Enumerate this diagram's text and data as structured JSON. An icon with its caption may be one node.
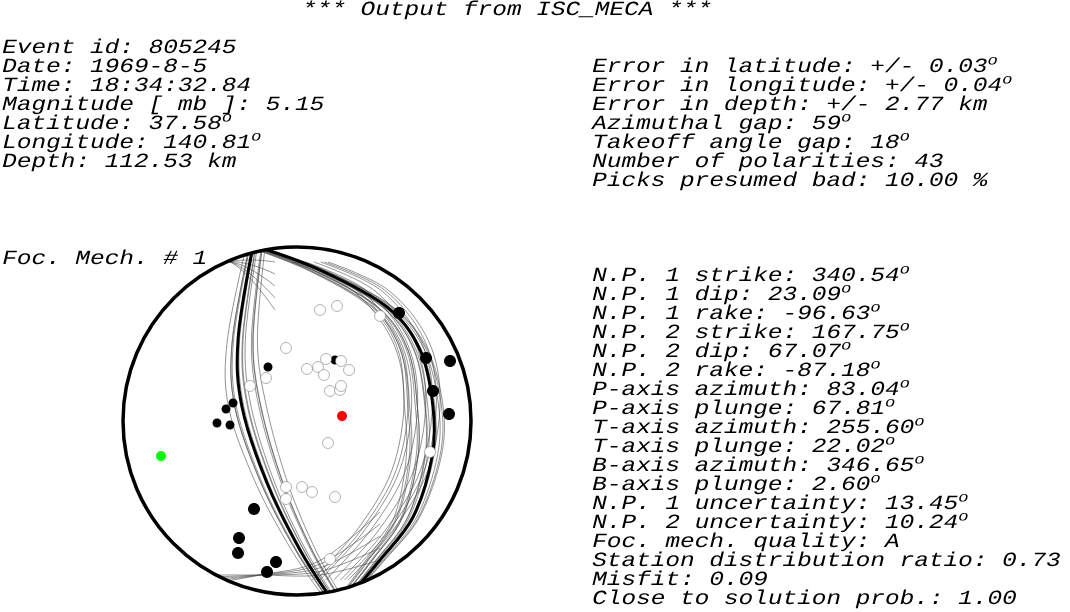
{
  "diagram": {
    "title": "*** Output from ISC_MECA ***",
    "labels": [
      "Event id: 805245",
      "Date: 1969-8-5",
      "Time: 18:34:32.84",
      "Magnitude [ mb ]: 5.15",
      "Latitude: 37.58$^{o}$",
      "Longitude: 140.81$^{o}$",
      "Depth: 112.53 km",
      "Error in latitude: +/- 0.03$^{o}$",
      "Error in longitude: +/- 0.04$^{o}$",
      "Error in depth: +/- 2.77 km",
      "Azimuthal gap: 59$^{o}$",
      "Takeoff angle gap: 18$^{o}$",
      "Number of polarities: 43",
      "Picks presumed bad: 10.00 %",
      "Foc. Mech. # 1",
      "N.P. 1 strike: 340.54$^{o}$",
      "N.P. 1 dip: 23.09$^{o}$",
      "N.P. 1 rake: -96.63$^{o}$",
      "N.P. 2 strike: 167.75$^{o}$",
      "N.P. 2 dip: 67.07$^{o}$",
      "N.P. 2 rake: -87.18$^{o}$",
      "P-axis azimuth: 83.04$^{o}$",
      "P-axis plunge: 67.81$^{o}$",
      "T-axis azimuth: 255.60$^{o}$",
      "T-axis plunge: 22.02$^{o}$",
      "B-axis azimuth: 346.65$^{o}$",
      "B-axis plunge: 2.60$^{o}$",
      "N.P. 1 uncertainty: 13.45$^{o}$",
      "N.P. 2 uncertainty: 10.24$^{o}$",
      "Foc. mech. quality: A",
      "Station distribution ratio: 0.73",
      "Misfit: 0.09",
      "Close to solution prob.: 1.00"
    ]
  }
}
